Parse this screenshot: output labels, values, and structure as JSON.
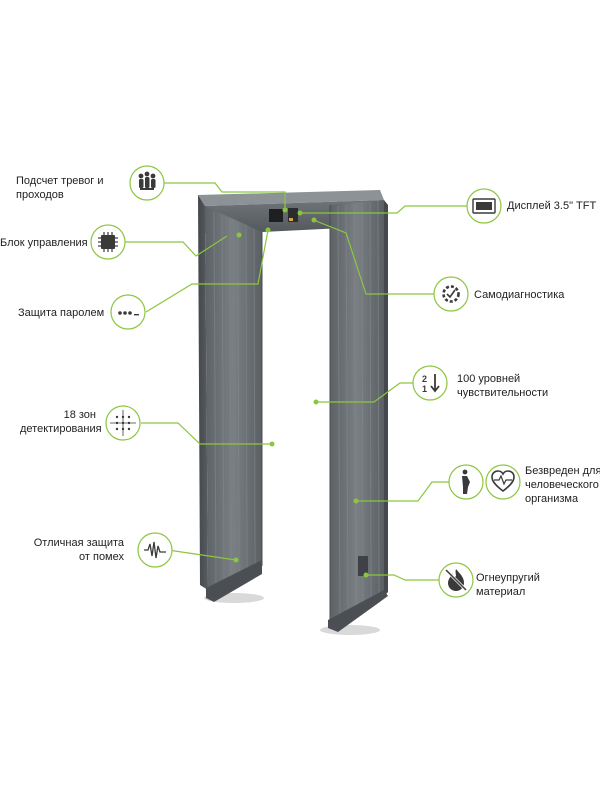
{
  "colors": {
    "accent": "#8cc63f",
    "frame_dark": "#4e5256",
    "frame_mid": "#6b7074",
    "frame_light": "#8a8f93"
  },
  "features": {
    "alarm_counter": {
      "label_1": "Подсчет тревог и",
      "label_2": "проходов",
      "icon": "people-group-icon"
    },
    "control_unit": {
      "label": "Блок управления",
      "icon": "chip-icon"
    },
    "password": {
      "label": "Защита паролем",
      "icon": "password-dots-icon"
    },
    "zones": {
      "label_1": "18 зон",
      "label_2": "детектирования",
      "icon": "grid-zones-icon"
    },
    "interference": {
      "label_1": "Отличная защита",
      "label_2": "от помех",
      "icon": "waveform-icon"
    },
    "display": {
      "label": "Дисплей 3.5\" TFT",
      "icon": "display-icon"
    },
    "self_diag": {
      "label": "Самодиагностика",
      "icon": "gear-check-icon"
    },
    "sensitivity": {
      "label_1": "100 уровней",
      "label_2": "чувствительности",
      "icon": "sensitivity-levels-icon",
      "digit_top": "2",
      "digit_bottom": "1"
    },
    "safe": {
      "label_1": "Безвреден для",
      "label_2": "человеческого",
      "label_3": "организма",
      "icons": [
        "pregnant-woman-icon",
        "heart-pulse-icon"
      ]
    },
    "fireproof": {
      "label_1": "Огнеупругий",
      "label_2": "материал",
      "icon": "no-fire-icon"
    }
  }
}
